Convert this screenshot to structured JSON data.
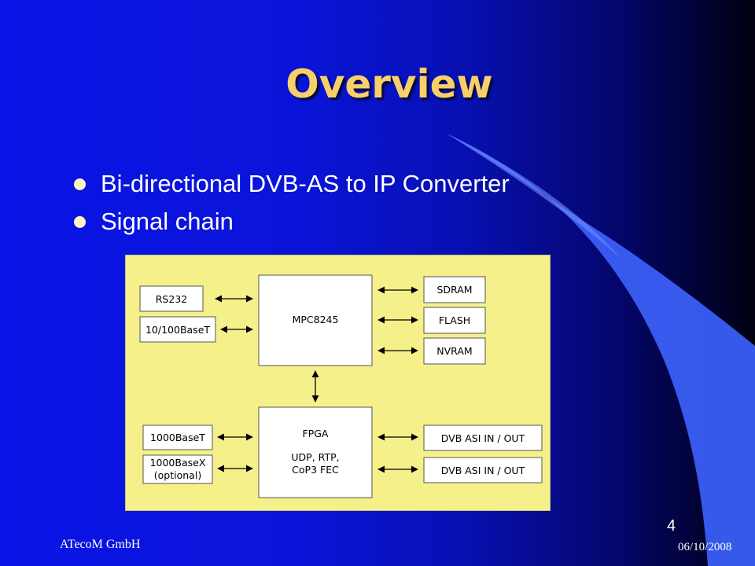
{
  "slide": {
    "title": "Overview",
    "bullets": [
      "Bi-directional DVB-AS to IP Converter",
      "Signal chain"
    ],
    "footer_left": "ATecoM GmbH",
    "page_number": "4",
    "date": "06/10/2008"
  },
  "diagram": {
    "left_top": [
      "RS232",
      "10/100BaseT"
    ],
    "cpu": "MPC8245",
    "right_top": [
      "SDRAM",
      "FLASH",
      "NVRAM"
    ],
    "left_bottom": [
      "1000BaseT",
      "1000BaseX",
      "(optional)"
    ],
    "fpga": [
      "FPGA",
      "UDP, RTP,",
      "CoP3 FEC"
    ],
    "right_bottom": [
      "DVB ASI IN / OUT",
      "DVB ASI IN / OUT"
    ]
  },
  "colors": {
    "title": "#f7d06a",
    "diagram_background": "#f5f08a",
    "swoosh": "#3a5ef5"
  }
}
